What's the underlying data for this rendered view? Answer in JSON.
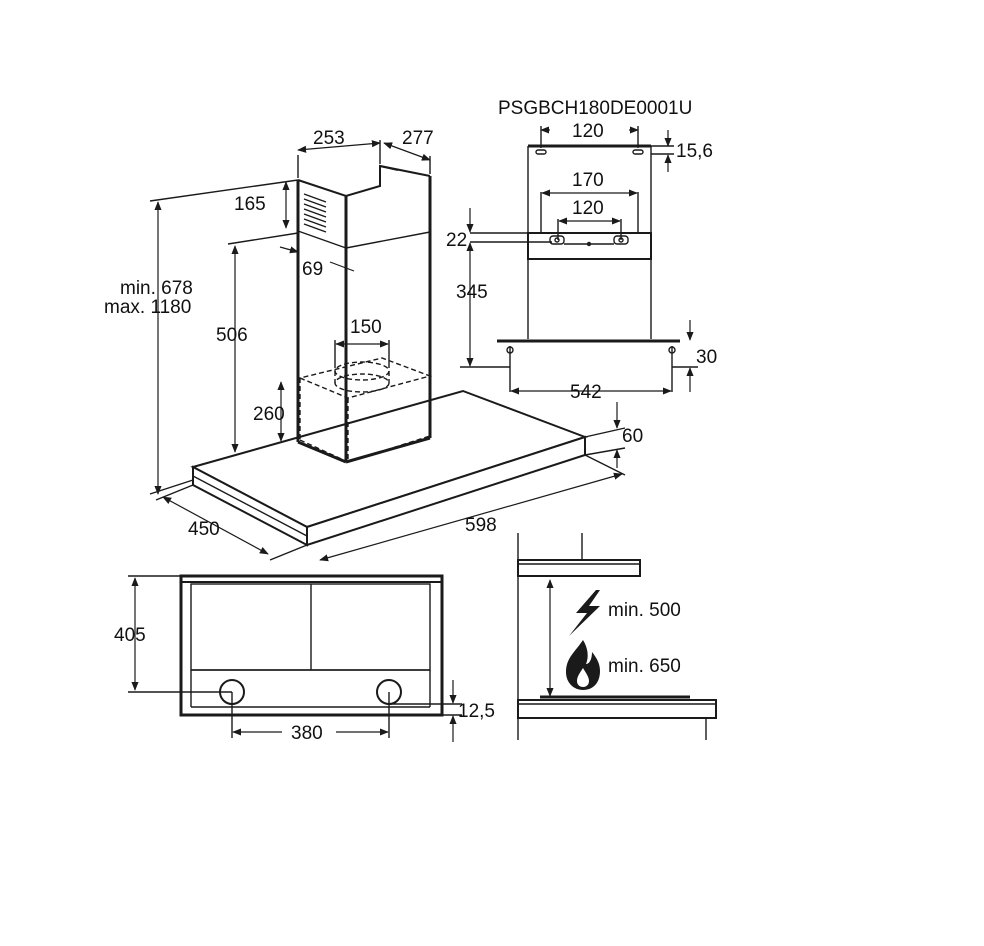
{
  "model_code": "PSGBCH180DE0001U",
  "isometric_view": {
    "chimney_width": "253",
    "chimney_depth": "277",
    "vent_height": "165",
    "chimney_offset": "69",
    "total_height_min": "min. 678",
    "total_height_max": "max. 1180",
    "chimney_height": "506",
    "outlet_diameter": "150",
    "filter_box_height": "260",
    "canopy_thickness": "60",
    "canopy_depth": "450",
    "canopy_width": "598"
  },
  "bracket_view": {
    "top_hole_spacing": "120",
    "top_hole_offset": "15,6",
    "bracket_width": "170",
    "bracket_hole_spacing": "120",
    "bracket_offset": "22",
    "bracket_to_base": "345",
    "base_hole_spacing": "542",
    "base_offset": "30"
  },
  "top_view": {
    "depth": "405",
    "hole_spacing": "380",
    "hole_offset": "12,5"
  },
  "clearance_view": {
    "electric_label": "min. 500",
    "gas_label": "min. 650",
    "electric_icon": "lightning-icon",
    "gas_icon": "flame-icon"
  },
  "colors": {
    "line": "#1a1a1a",
    "background": "#ffffff"
  }
}
